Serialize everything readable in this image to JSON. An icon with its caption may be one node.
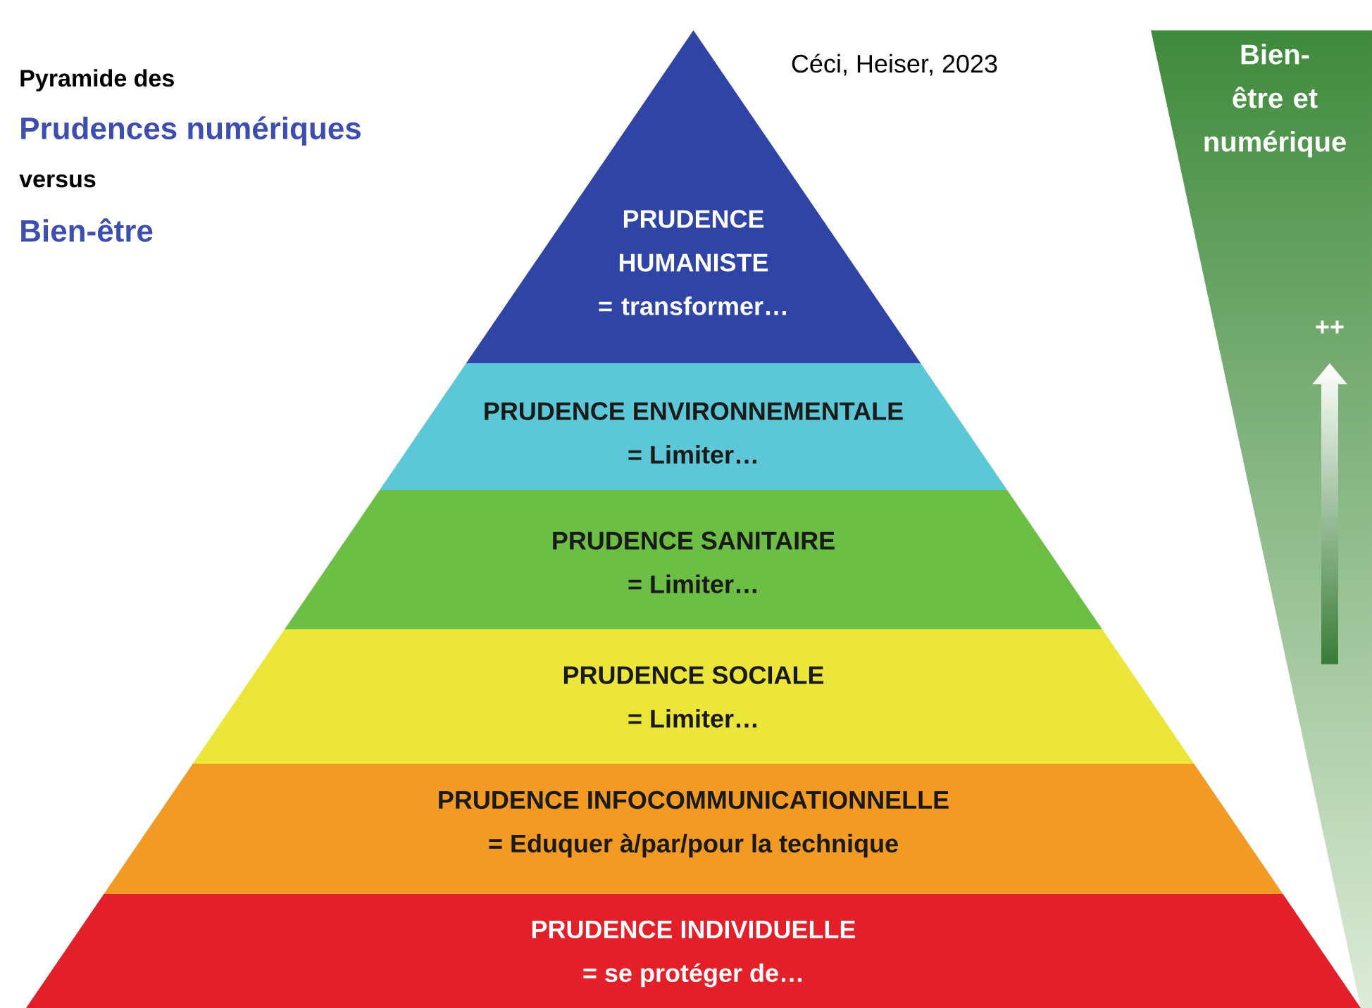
{
  "diagram": {
    "nodes": [
      {
        "text": [
          "PRUDENCE HUMANISTE",
          "= transformer…"
        ]
      },
      {
        "text": [
          "PRUDENCE ENVIRONNEMENTALE",
          "= Limiter…"
        ]
      },
      {
        "text": [
          "PRUDENCE SANITAIRE",
          "= Limiter…"
        ]
      },
      {
        "text": [
          "PRUDENCE SOCIALE",
          "= Limiter…"
        ]
      },
      {
        "text": [
          "PRUDENCE INFOCOMMUNICATIONNELLE",
          "= Eduquer à/par/pour la technique"
        ]
      },
      {
        "text": [
          "PRUDENCE INDIVIDUELLE",
          "= se protéger de…"
        ]
      },
      {
        "text": [
          "Bien-être et numérique",
          "++"
        ]
      }
    ],
    "labels": [
      "Pyramide des",
      "Prudences numériques",
      "versus",
      "Bien-être",
      "Céci, Heiser, 2023"
    ]
  }
}
